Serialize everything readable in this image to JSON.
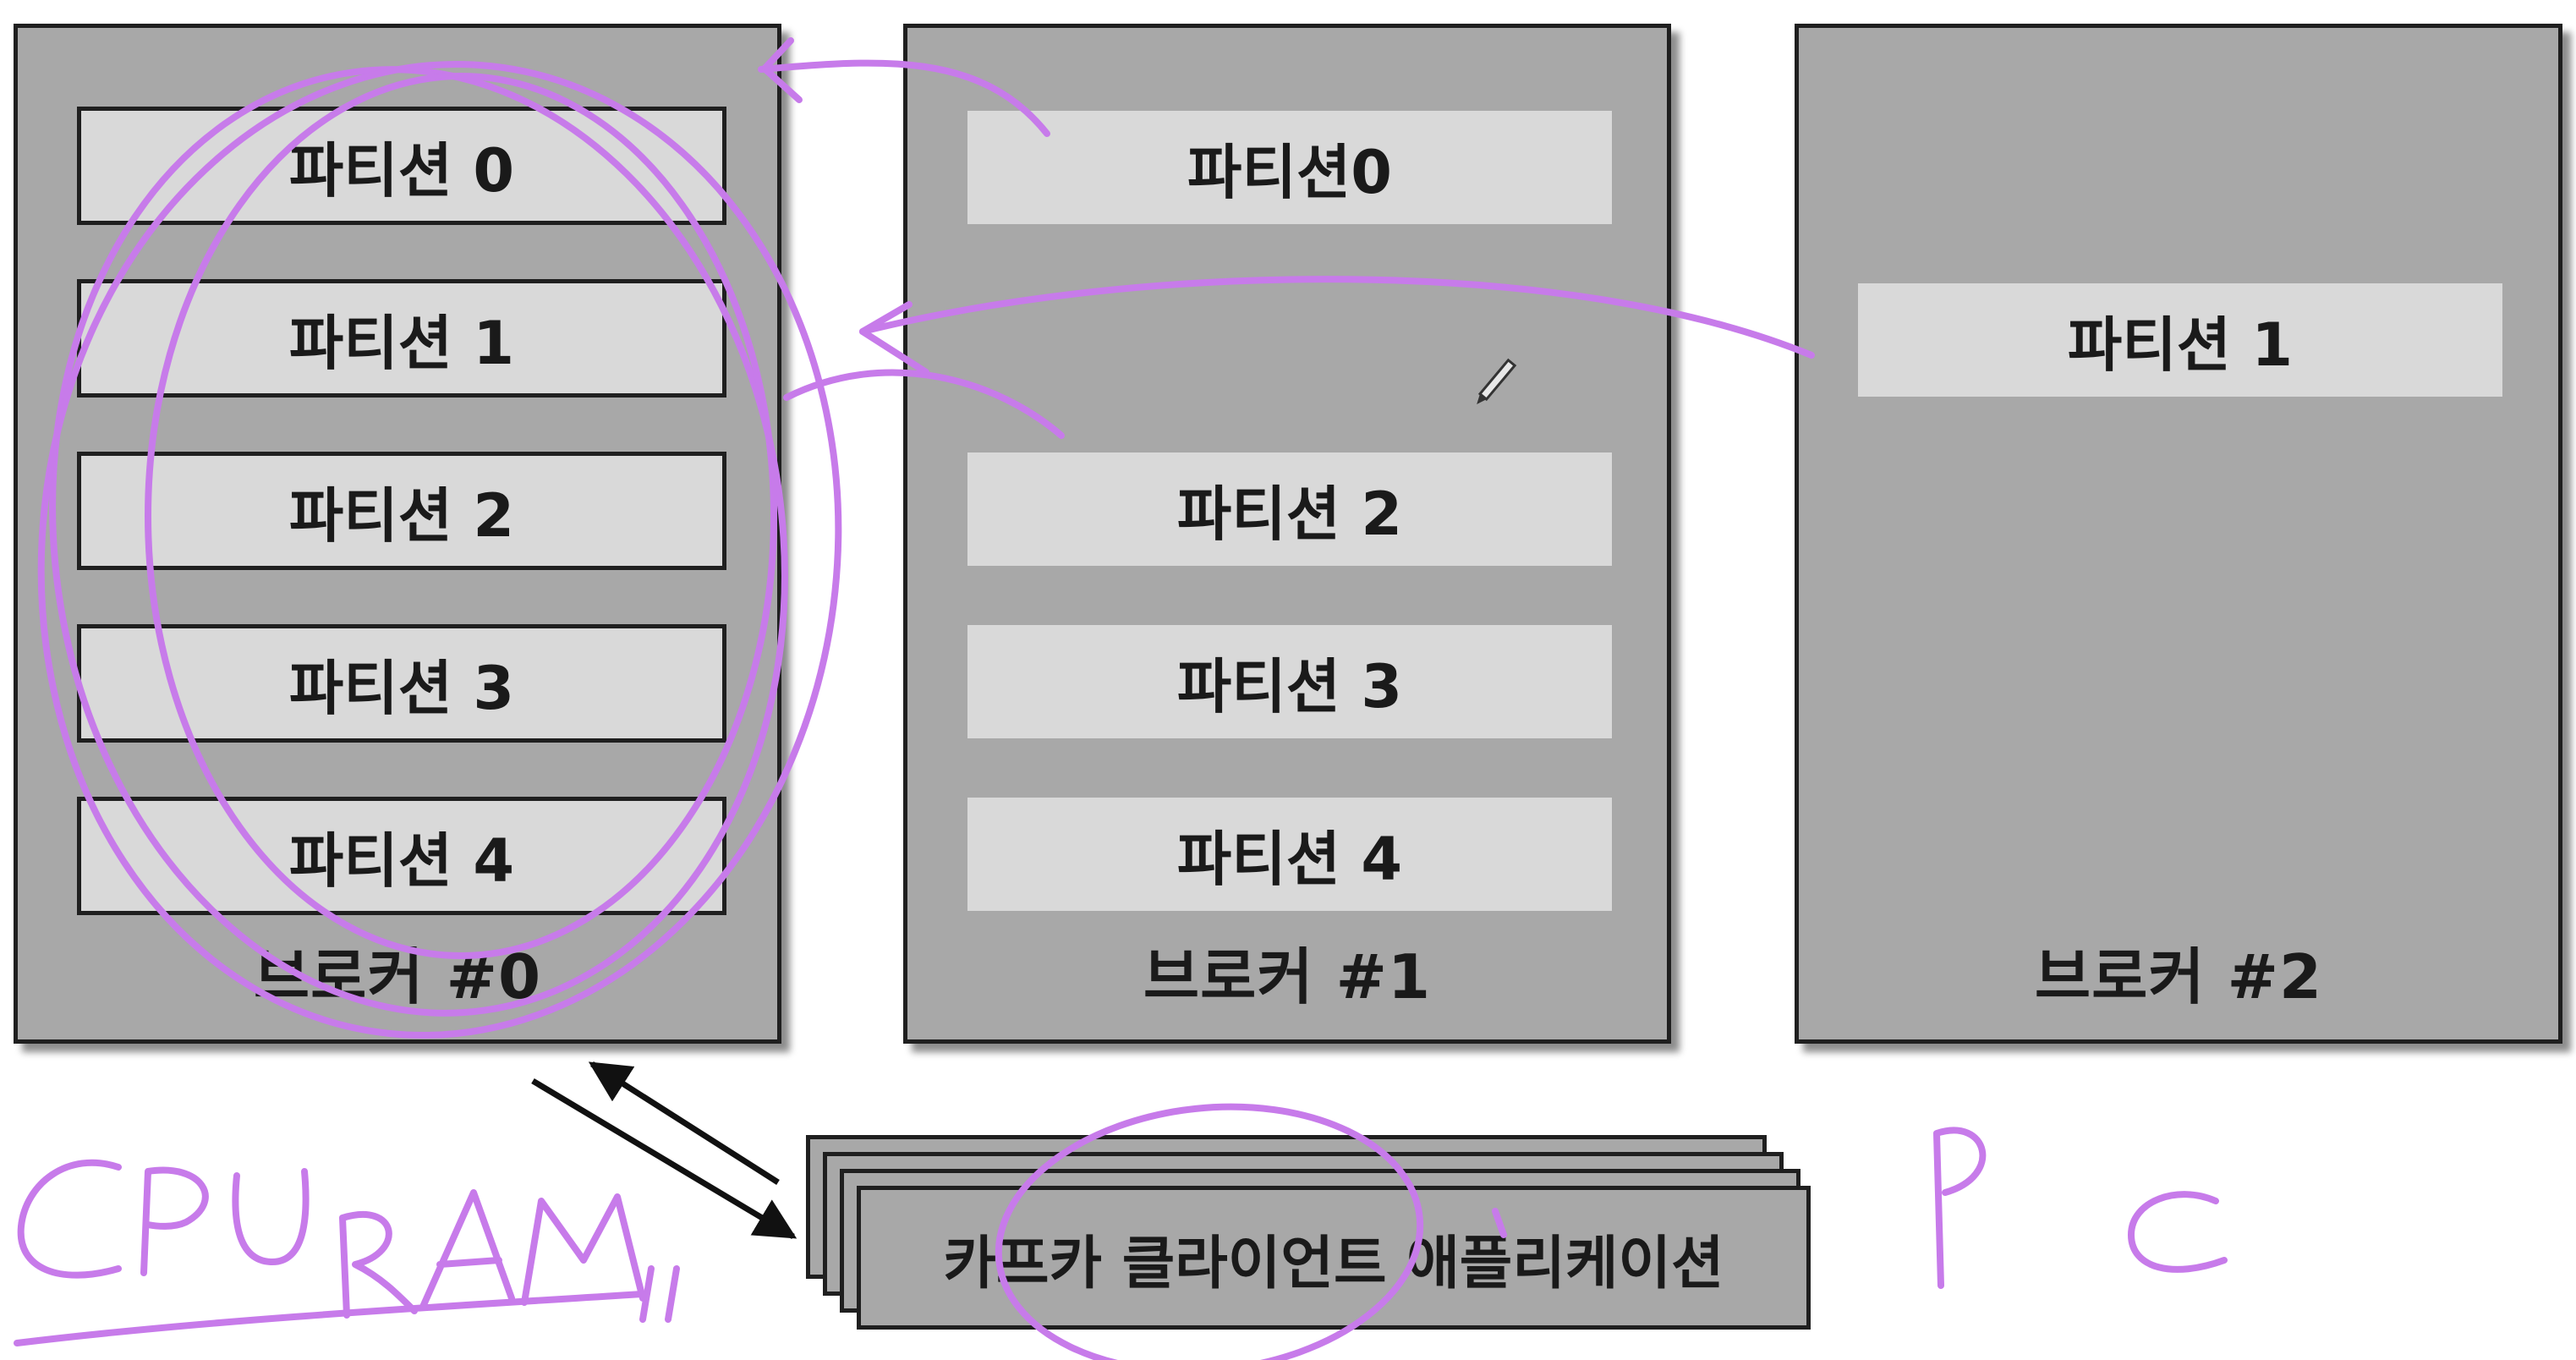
{
  "brokers": [
    {
      "label": "브로커 #0",
      "partitions": [
        "파티션 0",
        "파티션 1",
        "파티션 2",
        "파티션 3",
        "파티션 4"
      ]
    },
    {
      "label": "브로커 #1",
      "partitions": [
        "파티션0",
        "파티션 2",
        "파티션 3",
        "파티션 4"
      ]
    },
    {
      "label": "브로커 #2",
      "partitions": [
        "파티션 1"
      ]
    }
  ],
  "client": {
    "label": "카프카 클라이언트 애플리케이션"
  },
  "handwriting": {
    "cpu": "CPU",
    "ram": "RAM",
    "pc": "P C"
  },
  "colors": {
    "ink": "#c77bea",
    "broker_fill": "#a8a8a8",
    "partition_fill": "#d9d9d9"
  },
  "icons": [
    "pen-cursor-icon",
    "bidirectional-arrow"
  ]
}
